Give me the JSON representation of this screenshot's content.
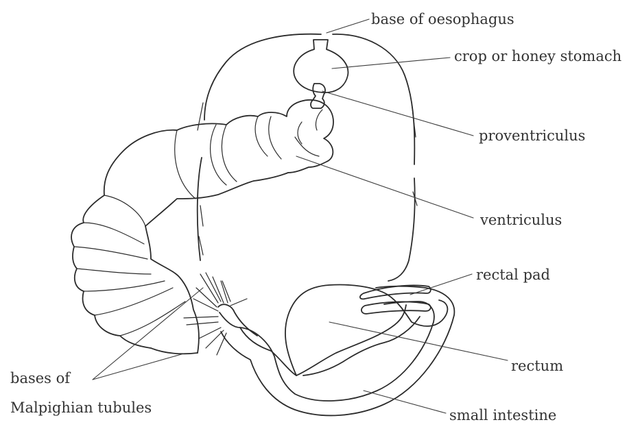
{
  "labels": {
    "base_of_oesophagus": "base of oesophagus",
    "crop": "crop or honey stomach",
    "proventriculus": "proventriculus",
    "ventriculus": "ventriculus",
    "rectal_pad": "rectal pad",
    "rectum": "rectum",
    "small_intestine": "small intestine",
    "malpighian_line1": "bases of",
    "malpighian_line2": "Malpighian tubules"
  },
  "colors": {
    "ink": "#2b2b2b",
    "text": "#333333",
    "background": "#ffffff"
  }
}
